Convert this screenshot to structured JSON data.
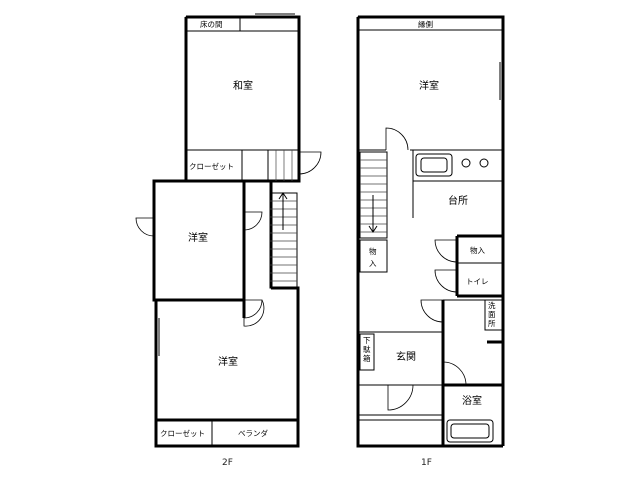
{
  "floor_2f": {
    "label": "2F",
    "rooms": {
      "tokonoma": "床の間",
      "washitsu": "和室",
      "closet_top": "クローゼット",
      "yoshitsu_mid": "洋室",
      "yoshitsu_bottom": "洋室",
      "closet_bottom": "クローゼット",
      "veranda": "ベランダ"
    }
  },
  "floor_1f": {
    "label": "1F",
    "rooms": {
      "engawa": "縁側",
      "yoshitsu": "洋室",
      "kitchen": "台所",
      "storage_left": "物入",
      "storage_right": "物入",
      "toilet": "トイレ",
      "washroom": "洗面所",
      "shoebox": "下駄箱",
      "entrance": "玄関",
      "bathroom": "浴室"
    }
  }
}
